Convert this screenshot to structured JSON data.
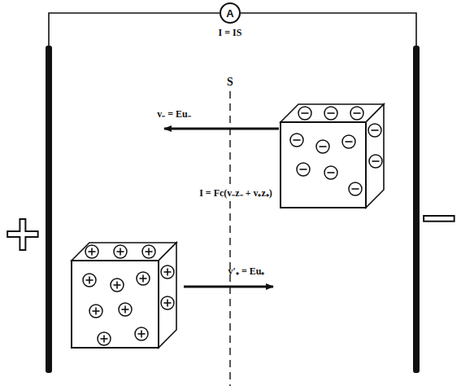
{
  "diagram": {
    "nodes": [
      {
        "text": [
          "A"
        ]
      }
    ],
    "labels": [
      "I = IS",
      "S",
      "v₋ = Eu₋",
      "I = Fc(v₋z₋ + v₊z₊)",
      "v′₊ = Eu₊",
      "+",
      "−"
    ]
  }
}
